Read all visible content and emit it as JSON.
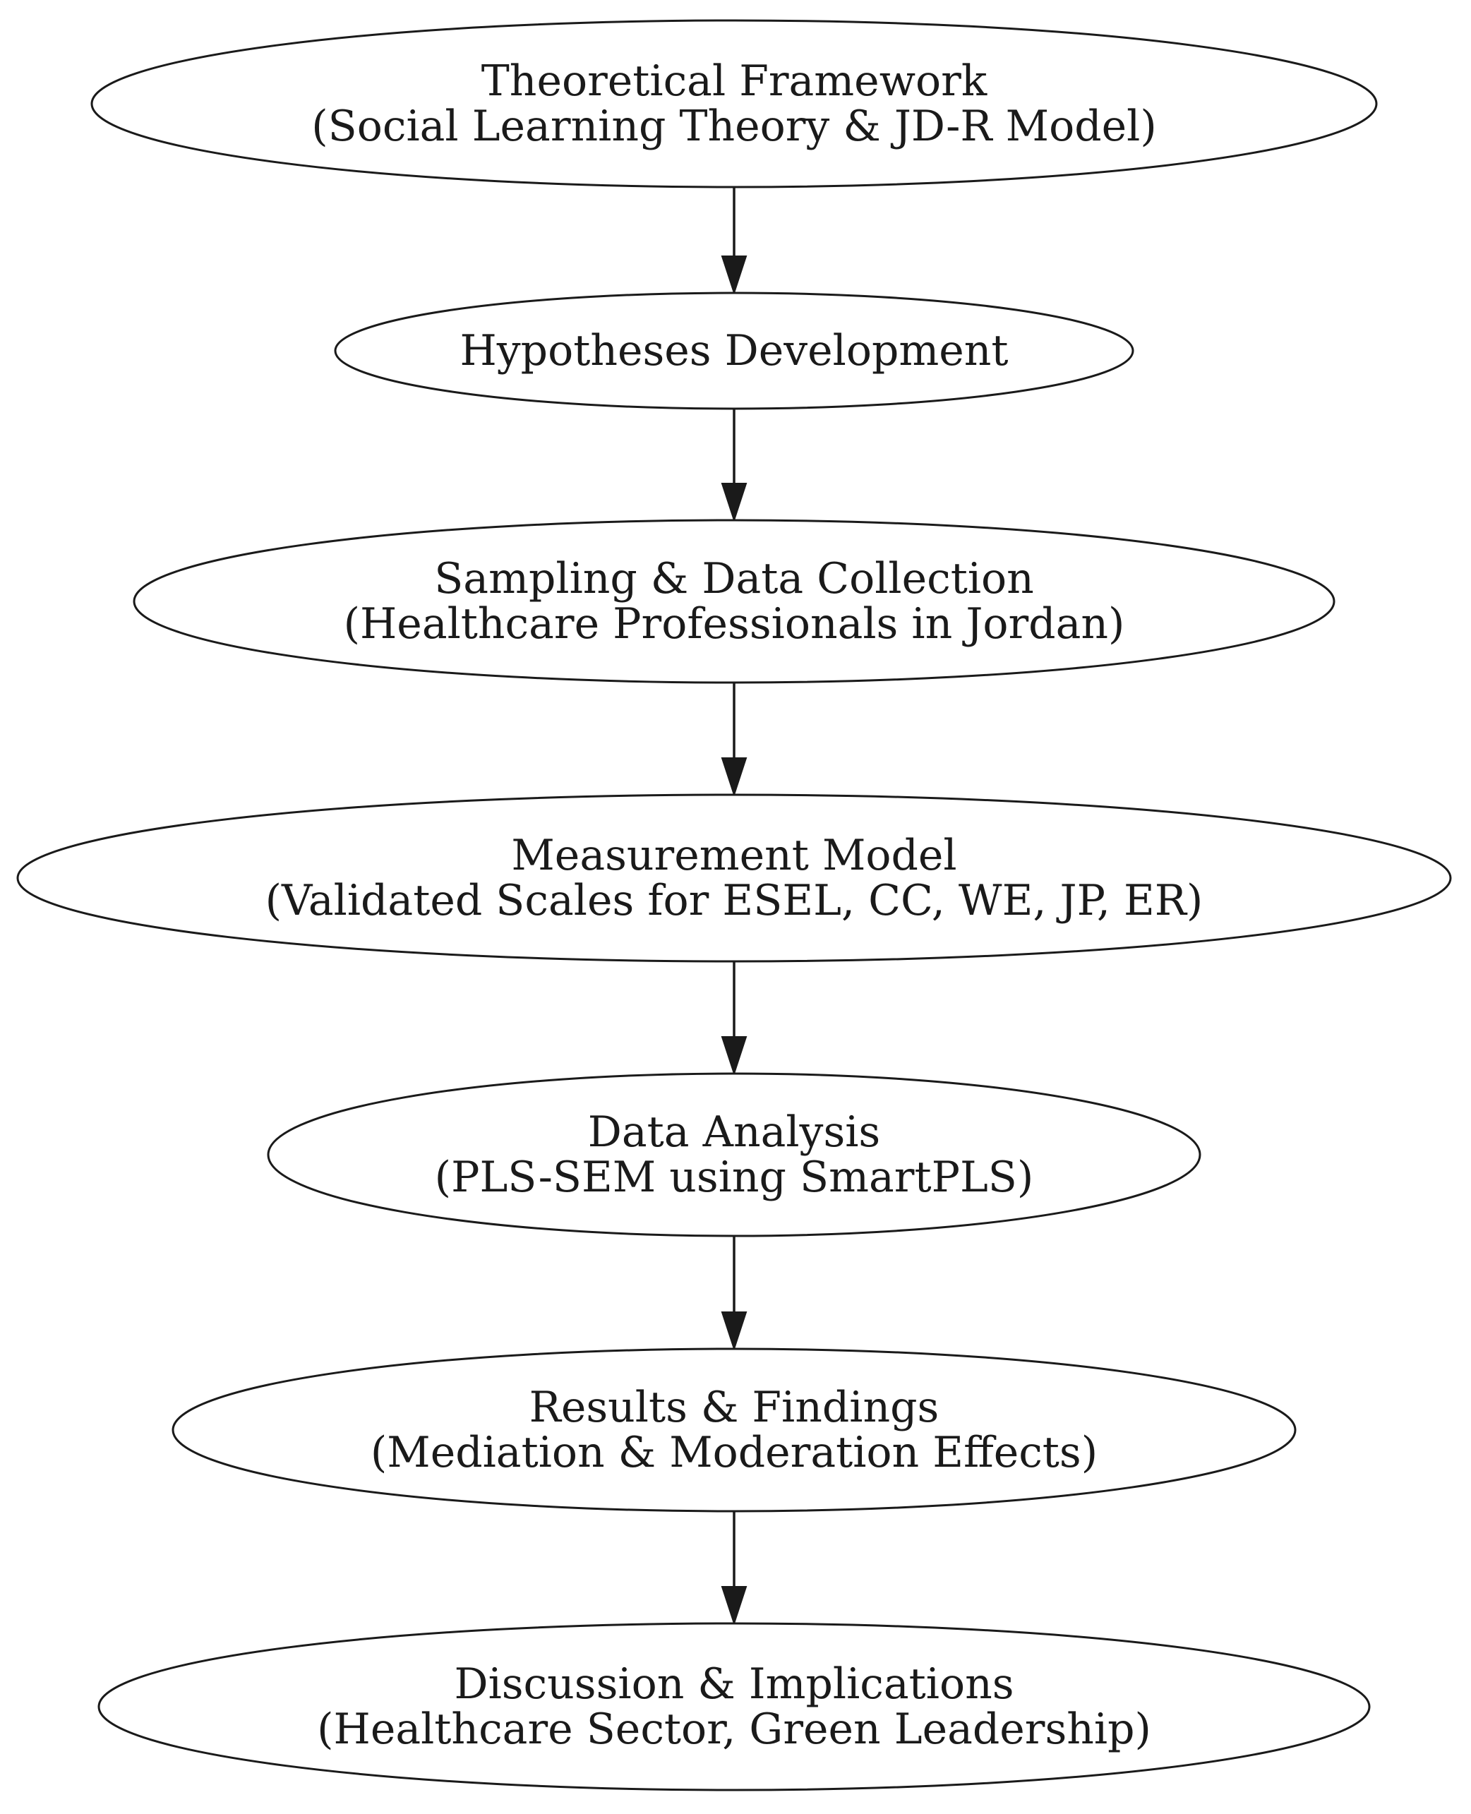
{
  "diagram": {
    "nodes": [
      {
        "id": "theoretical-framework",
        "line1": "Theoretical Framework",
        "line2": "(Social Learning Theory & JD-R Model)"
      },
      {
        "id": "hypotheses-development",
        "line1": "Hypotheses Development",
        "line2": ""
      },
      {
        "id": "sampling-data-collection",
        "line1": "Sampling & Data Collection",
        "line2": "(Healthcare Professionals in Jordan)"
      },
      {
        "id": "measurement-model",
        "line1": "Measurement Model",
        "line2": "(Validated Scales for ESEL, CC, WE, JP, ER)"
      },
      {
        "id": "data-analysis",
        "line1": "Data Analysis",
        "line2": "(PLS-SEM using SmartPLS)"
      },
      {
        "id": "results-findings",
        "line1": "Results & Findings",
        "line2": "(Mediation & Moderation Effects)"
      },
      {
        "id": "discussion-implications",
        "line1": "Discussion & Implications",
        "line2": "(Healthcare Sector, Green Leadership)"
      }
    ],
    "edges": [
      {
        "from": "theoretical-framework",
        "to": "hypotheses-development"
      },
      {
        "from": "hypotheses-development",
        "to": "sampling-data-collection"
      },
      {
        "from": "sampling-data-collection",
        "to": "measurement-model"
      },
      {
        "from": "measurement-model",
        "to": "data-analysis"
      },
      {
        "from": "data-analysis",
        "to": "results-findings"
      },
      {
        "from": "results-findings",
        "to": "discussion-implications"
      }
    ]
  }
}
